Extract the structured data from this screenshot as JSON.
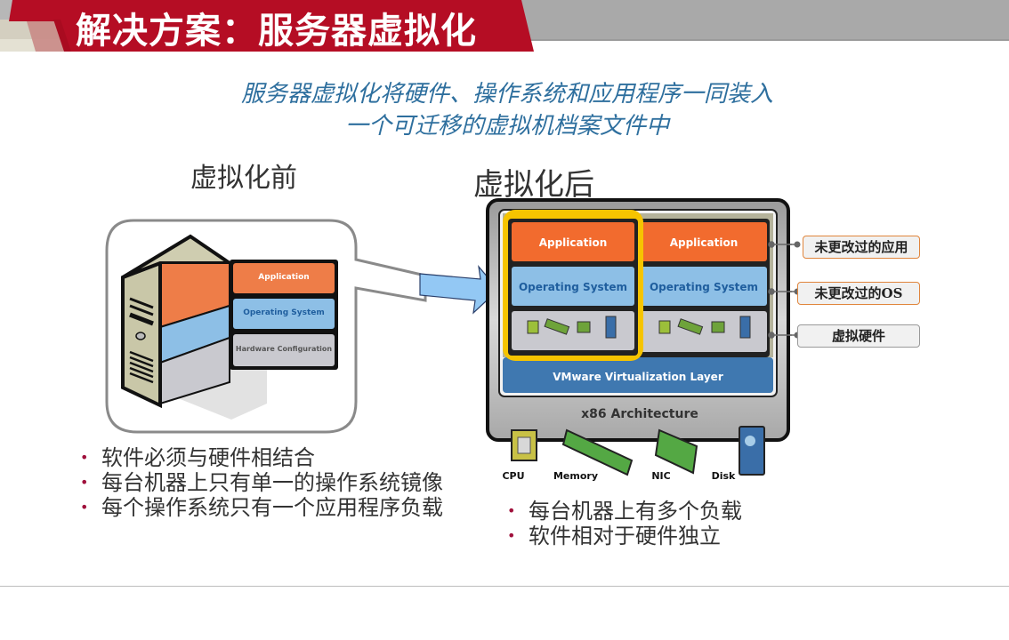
{
  "header": {
    "title": "解决方案：服务器虚拟化",
    "accent_color": "#b50d24",
    "bar_color": "#a9a9a9"
  },
  "subtitle": {
    "line1": "服务器虚拟化将硬件、操作系统和应用程序一同装入",
    "line2": "一个可迁移的虚拟机档案文件中"
  },
  "before": {
    "label": "虚拟化前",
    "stack": {
      "application": "Application",
      "operating_system": "Operating System",
      "hardware": "Hardware Configuration"
    },
    "bullets": [
      "软件必须与硬件相结合",
      "每台机器上只有单一的操作系统镜像",
      "每个操作系统只有一个应用程序负载"
    ]
  },
  "after": {
    "label": "虚拟化后",
    "vms": [
      {
        "application": "Application",
        "operating_system": "Operating System"
      },
      {
        "application": "Application",
        "operating_system": "Operating System"
      }
    ],
    "virtualization_layer": "VMware Virtualization Layer",
    "architecture": "x86 Architecture",
    "hardware_items": [
      "CPU",
      "Memory",
      "NIC",
      "Disk"
    ],
    "callouts": {
      "app": "未更改过的应用",
      "os": "未更改过的OS",
      "hw": "虚拟硬件"
    },
    "bullets": [
      "每台机器上有多个负载",
      "软件相对于硬件独立"
    ]
  },
  "colors": {
    "application": "#f26b2e",
    "operating_system": "#8dbfe6",
    "hardware": "#c9c9cf",
    "virtualization_layer": "#3f78b0",
    "highlight": "#f6c400",
    "bullet": "#a0113c"
  }
}
